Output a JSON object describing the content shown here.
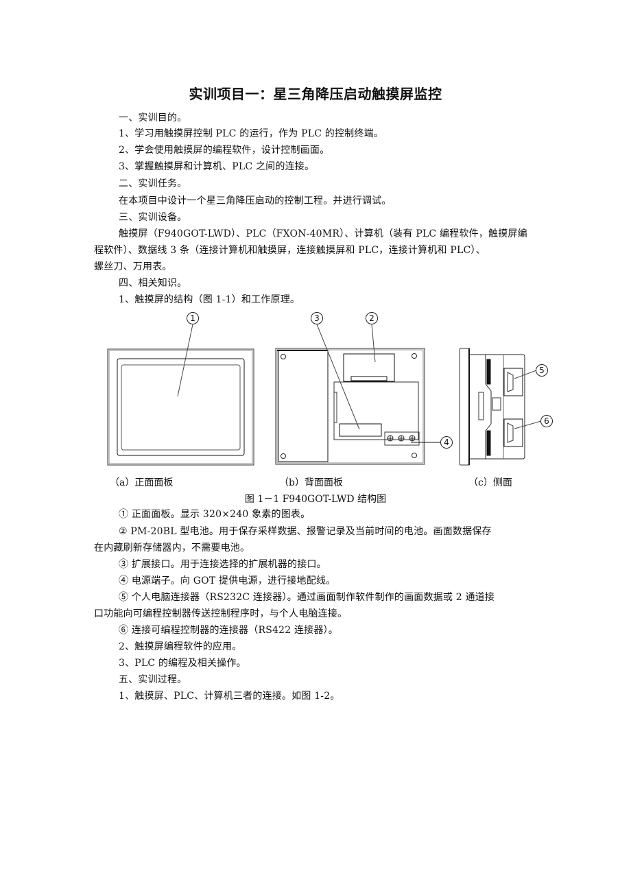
{
  "document": {
    "title": "实训项目一：星三角降压启动触摸屏监控",
    "sections": [
      {
        "heading": "一、实训目的。",
        "items": [
          "1、学习用触摸屏控制 PLC 的运行，作为 PLC 的控制终端。",
          "2、学会使用触摸屏的编程软件，设计控制画面。",
          "3、掌握触摸屏和计算机、PLC 之间的连接。"
        ]
      },
      {
        "heading": "二、实训任务。",
        "items": [
          "在本项目中设计一个星三角降压启动的控制工程。并进行调试。"
        ]
      },
      {
        "heading": "三、实训设备。",
        "paragraph_lines": [
          "触摸屏（F940GOT-LWD）、PLC（FXON-40MR）、计算机（装有 PLC 编程软件，触摸屏编",
          "程软件）、数据线 3 条（连接计算机和触摸屏，连接触摸屏和 PLC，连接计算机和 PLC）、",
          "螺丝刀、万用表。"
        ]
      },
      {
        "heading": "四、相关知识。",
        "items": [
          "1、触摸屏的结构（图 1-1）和工作原理。"
        ]
      }
    ],
    "figure": {
      "callouts": [
        "①",
        "②",
        "③",
        "④",
        "⑤",
        "⑥"
      ],
      "sub_captions": [
        "（a）正面面板",
        "（b）背面面板",
        "（c）侧面"
      ],
      "caption": "图 1－1 F940GOT-LWD 结构图"
    },
    "descriptions": [
      "① 正面面板。显示 320×240 象素的图表。",
      "② PM-20BL 型电池。用于保存采样数据、报警记录及当前时间的电池。画面数据保存",
      "在内藏刷新存储器内，不需要电池。",
      "③ 扩展接口。用于连接选择的扩展机器的接口。",
      "④ 电源端子。向 GOT 提供电源，进行接地配线。",
      "⑤ 个人电脑连接器（RS232C 连接器）。通过画面制作软件制作的画面数据或 2 通道接",
      "口功能向可编程控制器传送控制程序时，与个人电脑连接。",
      "⑥ 连接可编程控制器的连接器（RS422 连接器）。"
    ],
    "after": [
      "2、触摸屏编程软件的应用。",
      "3、PLC 的编程及相关操作。",
      "五、实训过程。",
      "1、触摸屏、PLC、计算机三者的连接。如图 1-2。"
    ]
  }
}
